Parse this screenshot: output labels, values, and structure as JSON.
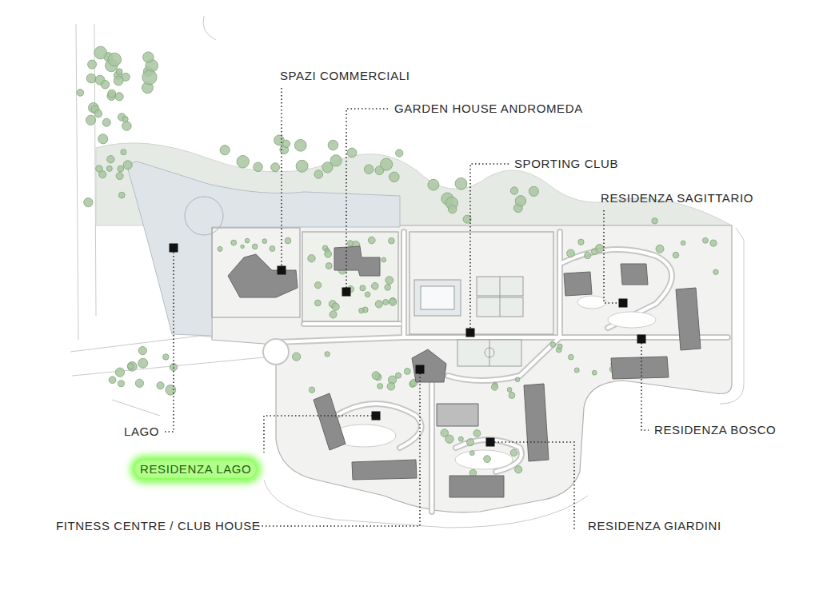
{
  "diagram": {
    "labels": [
      "SPAZI COMMERCIALI",
      "GARDEN HOUSE ANDROMEDA",
      "SPORTING CLUB",
      "RESIDENZA SAGITTARIO",
      "RESIDENZA BOSCO",
      "LAGO",
      "RESIDENZA LAGO",
      "FITNESS CENTRE / CLUB HOUSE",
      "RESIDENZA GIARDINI"
    ]
  }
}
